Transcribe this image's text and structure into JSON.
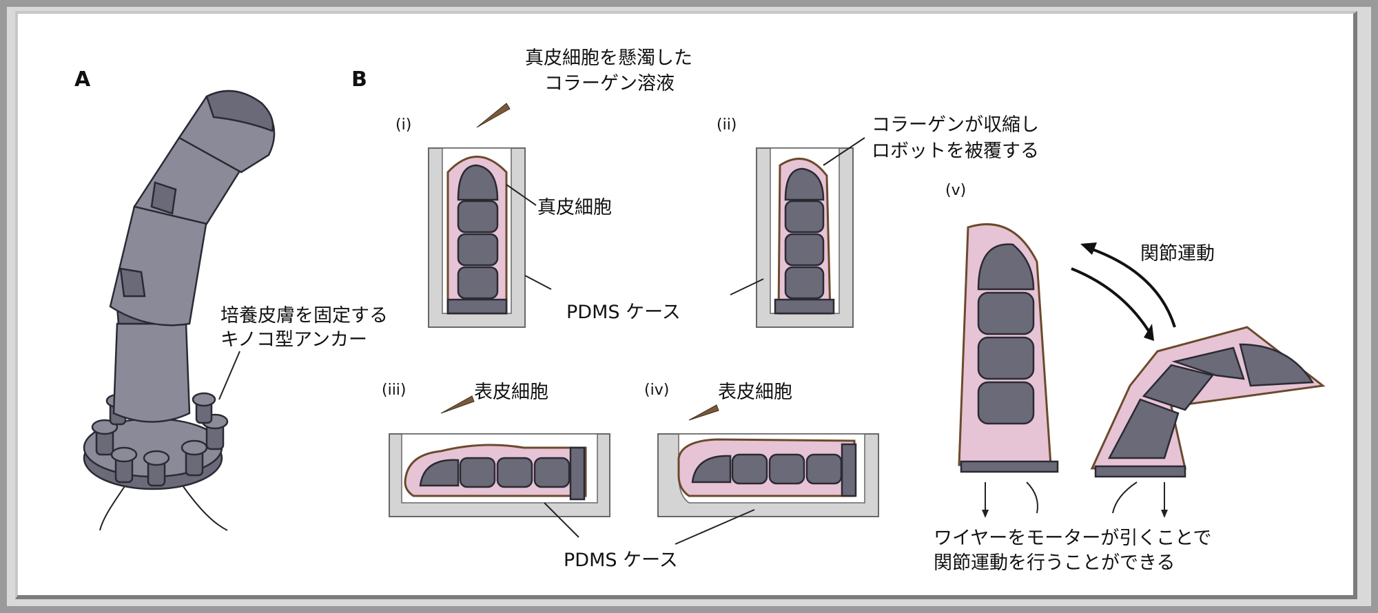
{
  "panels": {
    "A": {
      "label": "A",
      "anchor_label_line1": "培養皮膚を固定する",
      "anchor_label_line2": "キノコ型アンカー"
    },
    "B": {
      "label": "B"
    }
  },
  "subpanels": {
    "i": {
      "label": "(i)",
      "collagen_line1": "真皮細胞を懸濁した",
      "collagen_line2": "コラーゲン溶液",
      "dermal": "真皮細胞",
      "case": "PDMS ケース"
    },
    "ii": {
      "label": "(ii)",
      "shrink_line1": "コラーゲンが収縮し",
      "shrink_line2": "ロボットを被覆する"
    },
    "iii": {
      "label": "(iii)",
      "epidermal": "表皮細胞"
    },
    "iv": {
      "label": "(iv)",
      "epidermal": "表皮細胞"
    },
    "v": {
      "label": "(v)",
      "joint": "関節運動",
      "caption_line1": "ワイヤーをモーターが引くことで",
      "caption_line2": "関節運動を行うことができる"
    },
    "bottom_case": "PDMS ケース"
  },
  "colors": {
    "robot": "#6a6a78",
    "skin": "#e7c3d6",
    "skin_edge": "#6b4a2b",
    "case": "#d4d4d4"
  }
}
